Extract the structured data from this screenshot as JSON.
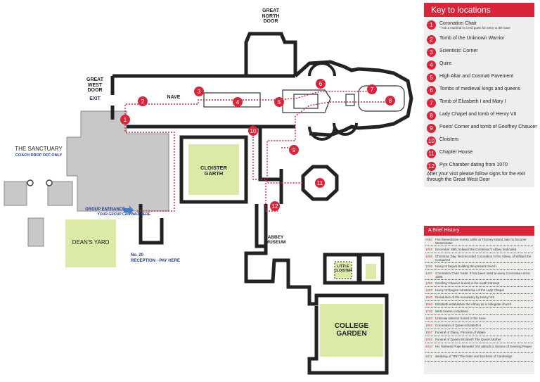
{
  "map": {
    "labels": {
      "great_north_door": "GREAT\nNORTH\nDOOR",
      "great_west_door": "GREAT\nWEST\nDOOR",
      "exit": "EXIT",
      "nave": "NAVE",
      "sanctuary": "THE SANCTUARY",
      "coach_drop": "COACH DROP OFF ONLY",
      "group_entrance": "GROUP ENTRANCE",
      "group_wait": "YOUR GROUP CAN WAIT HERE",
      "cloister_garth": "CLOISTER\nGARTH",
      "abbey_museum": "ABBEY\nMUSEUM",
      "deans_yard": "DEAN'S YARD",
      "no20": "No. 20",
      "reception": "RECEPTION - PAY HERE",
      "little_cloister": "LITTLE\nCLOISTER",
      "college_garden": "COLLEGE\nGARDEN"
    },
    "colors": {
      "route": "#d9253a",
      "green": "#dceaa8",
      "grey": "#c8c8c8",
      "wall": "#222222",
      "blue": "#1f3f8f"
    },
    "markers": [
      "1",
      "2",
      "3",
      "4",
      "5",
      "6",
      "7",
      "8",
      "9",
      "10",
      "11",
      "12"
    ]
  },
  "key": {
    "title": "Key to locations",
    "items": [
      {
        "num": "1",
        "label": "Coronation Chair",
        "note": "* Ask a marshal in a red gown for entry to the nave"
      },
      {
        "num": "2",
        "label": "Tomb of the Unknown Warrior",
        "note": ""
      },
      {
        "num": "3",
        "label": "Scientists' Corner",
        "note": ""
      },
      {
        "num": "4",
        "label": "Quire",
        "note": ""
      },
      {
        "num": "5",
        "label": "High Altar and Cosmati Pavement",
        "note": ""
      },
      {
        "num": "6",
        "label": "Tombs of medieval kings and queens",
        "note": ""
      },
      {
        "num": "7",
        "label": "Tomb of Elizabeth I and Mary I",
        "note": ""
      },
      {
        "num": "8",
        "label": "Lady Chapel and tomb of Henry VII",
        "note": ""
      },
      {
        "num": "9",
        "label": "Poets' Corner and tomb of Geoffrey Chaucer",
        "note": ""
      },
      {
        "num": "10",
        "label": "Cloisters",
        "note": ""
      },
      {
        "num": "11",
        "label": "Chapter House",
        "note": ""
      },
      {
        "num": "12",
        "label": "Pyx Chamber dating from 1070",
        "note": ""
      }
    ],
    "after_visit": "After your visit please follow signs for the exit through the Great West Door"
  },
  "history": {
    "title": "A Brief History",
    "entries": [
      {
        "year": "c960",
        "text": "First Benedictine monks settle at Thorney Island, later to become Westminster"
      },
      {
        "year": "1065",
        "text": "December 28th, Edward the Confessor's Abbey dedicated"
      },
      {
        "year": "1066",
        "text": "Christmas Day, first recorded Coronation in the Abbey, of William the Conqueror"
      },
      {
        "year": "1245",
        "text": "Henry III begins building the present church"
      },
      {
        "year": "1301",
        "text": "Coronation Chair made. It has been used at every Coronation since 1308"
      },
      {
        "year": "1400",
        "text": "Geoffrey Chaucer buried in the south transept"
      },
      {
        "year": "1503",
        "text": "Henry VII begins construction of the Lady Chapel"
      },
      {
        "year": "1540",
        "text": "Dissolution of the monastery by Henry VIII"
      },
      {
        "year": "1560",
        "text": "Elizabeth establishes the Abbey as a collegiate church"
      },
      {
        "year": "1745",
        "text": "West towers completed"
      },
      {
        "year": "1920",
        "text": "Unknown Warrior buried in the nave"
      },
      {
        "year": "1953",
        "text": "Coronation of Queen Elizabeth II"
      },
      {
        "year": "1997",
        "text": "Funeral of Diana, Princess of Wales"
      },
      {
        "year": "2002",
        "text": "Funeral of Queen Elizabeth The Queen Mother"
      },
      {
        "year": "2010",
        "text": "His Holiness Pope Benedict XVI attends a Service of Evening Prayer"
      },
      {
        "year": "2011",
        "text": "Wedding of TRH The Duke and Duchess of Cambridge"
      }
    ]
  }
}
